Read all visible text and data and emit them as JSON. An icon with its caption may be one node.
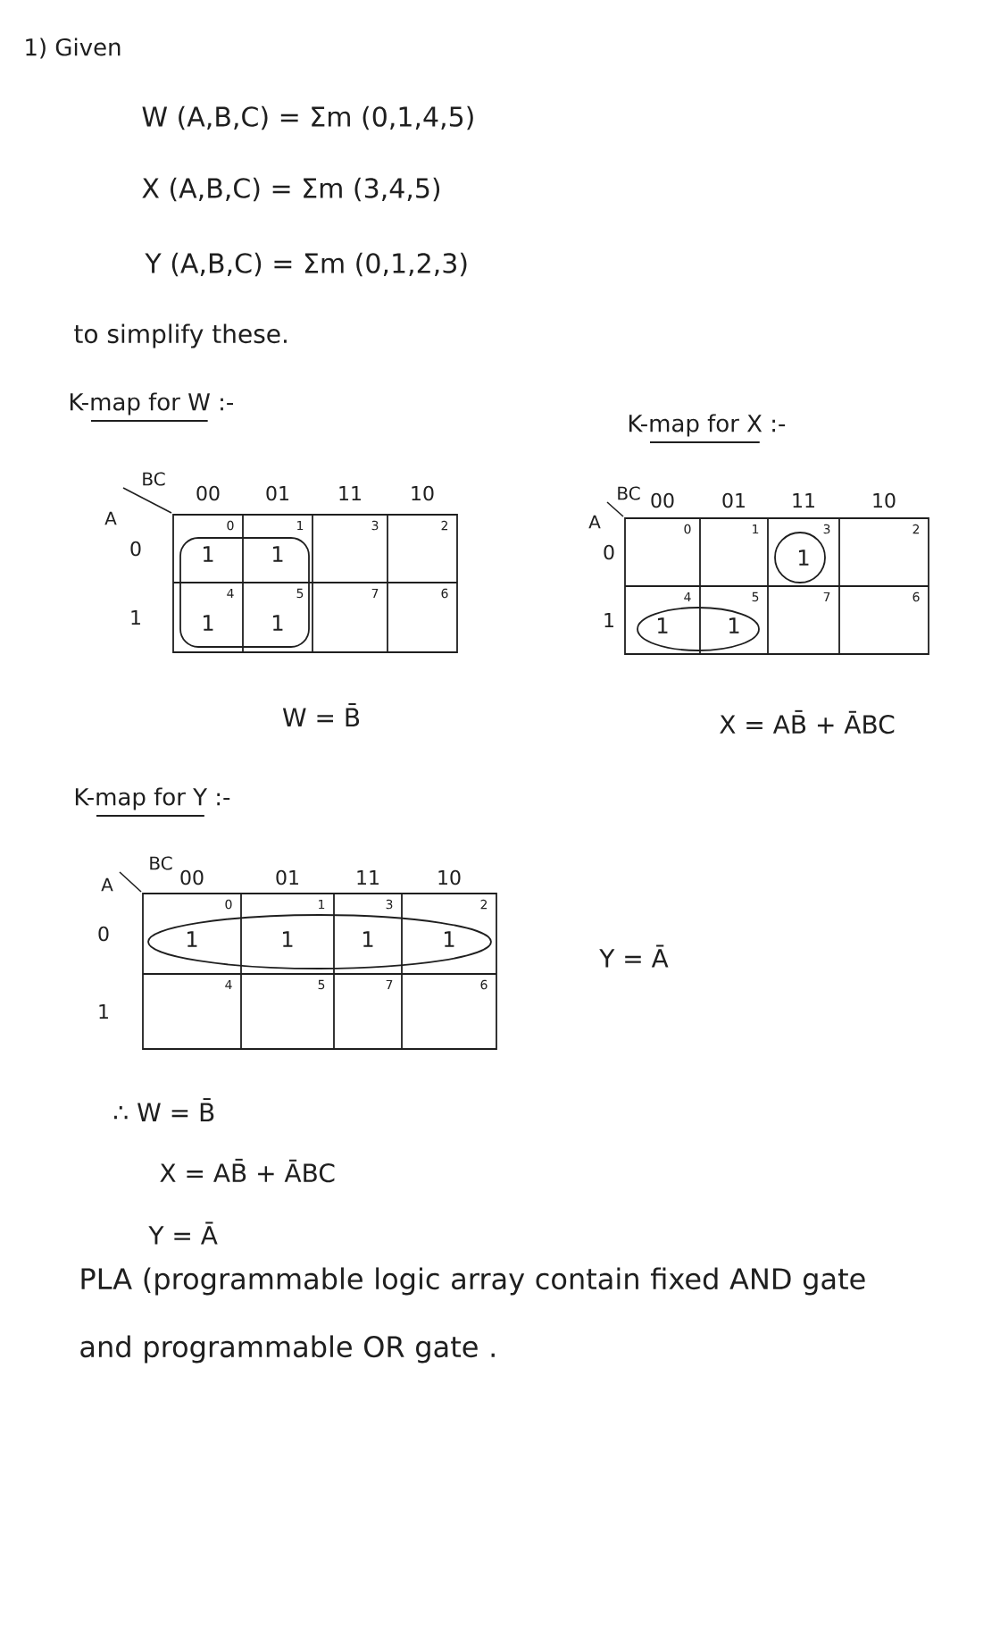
{
  "diagram": {
    "labels": [
      "1) Given",
      "W (A,B,C) = Σm (0,1,4,5)",
      "X (A,B,C) = Σm (3,4,5)",
      "Y (A,B,C) = Σm (0,1,2,3)",
      "to simplify these.",
      "K-map for W :-",
      "K-map for X :-",
      "BC",
      "A",
      "00",
      "01",
      "11",
      "10",
      "0",
      "0",
      "1",
      "1",
      "1",
      "3",
      "2",
      "1",
      "4",
      "1",
      "5",
      "1",
      "7",
      "6",
      "W = B̄",
      "BC",
      "A",
      "00",
      "01",
      "11",
      "10",
      "0",
      "0",
      "1",
      "3",
      "1",
      "2",
      "1",
      "4",
      "1",
      "5",
      "1",
      "7",
      "6",
      "X = AB̄ + ĀBC",
      "K-map for Y :-",
      "BC",
      "A",
      "00",
      "01",
      "11",
      "10",
      "0",
      "0",
      "1",
      "1",
      "1",
      "3",
      "1",
      "2",
      "1",
      "1",
      "4",
      "5",
      "7",
      "6",
      "Y = Ā",
      "∴ W = B̄",
      "X = AB̄ + ĀBC",
      "Y = Ā",
      "PLA (programmable logic array contain fixed AND gate and programmable OR gate ."
    ]
  }
}
